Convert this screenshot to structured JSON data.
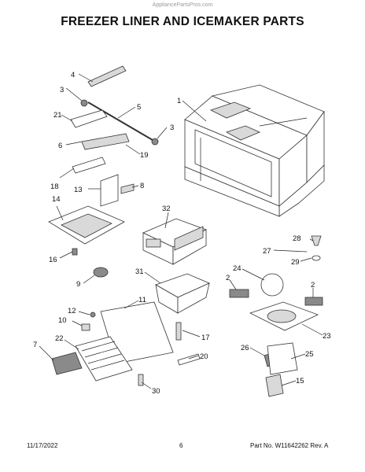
{
  "watermark": "AppliancePartsPros.com",
  "title": "FREEZER LINER AND ICEMAKER PARTS",
  "footer": {
    "date": "11/17/2022",
    "page": "6",
    "part_label": "Part No. W11642262  Rev. A"
  },
  "callouts": [
    {
      "id": "c1",
      "label": "1"
    },
    {
      "id": "c2a",
      "label": "2"
    },
    {
      "id": "c2b",
      "label": "2"
    },
    {
      "id": "c3a",
      "label": "3"
    },
    {
      "id": "c3b",
      "label": "3"
    },
    {
      "id": "c4",
      "label": "4"
    },
    {
      "id": "c5",
      "label": "5"
    },
    {
      "id": "c6",
      "label": "6"
    },
    {
      "id": "c7",
      "label": "7"
    },
    {
      "id": "c8",
      "label": "8"
    },
    {
      "id": "c9",
      "label": "9"
    },
    {
      "id": "c10",
      "label": "10"
    },
    {
      "id": "c11",
      "label": "11"
    },
    {
      "id": "c12",
      "label": "12"
    },
    {
      "id": "c13",
      "label": "13"
    },
    {
      "id": "c14",
      "label": "14"
    },
    {
      "id": "c15",
      "label": "15"
    },
    {
      "id": "c16",
      "label": "16"
    },
    {
      "id": "c17",
      "label": "17"
    },
    {
      "id": "c18",
      "label": "18"
    },
    {
      "id": "c19",
      "label": "19"
    },
    {
      "id": "c20",
      "label": "20"
    },
    {
      "id": "c21",
      "label": "21"
    },
    {
      "id": "c22",
      "label": "22"
    },
    {
      "id": "c23",
      "label": "23"
    },
    {
      "id": "c24",
      "label": "24"
    },
    {
      "id": "c25",
      "label": "25"
    },
    {
      "id": "c26",
      "label": "26"
    },
    {
      "id": "c27",
      "label": "27"
    },
    {
      "id": "c28",
      "label": "28"
    },
    {
      "id": "c29",
      "label": "29"
    },
    {
      "id": "c30",
      "label": "30"
    },
    {
      "id": "c31",
      "label": "31"
    },
    {
      "id": "c32",
      "label": "32"
    }
  ]
}
